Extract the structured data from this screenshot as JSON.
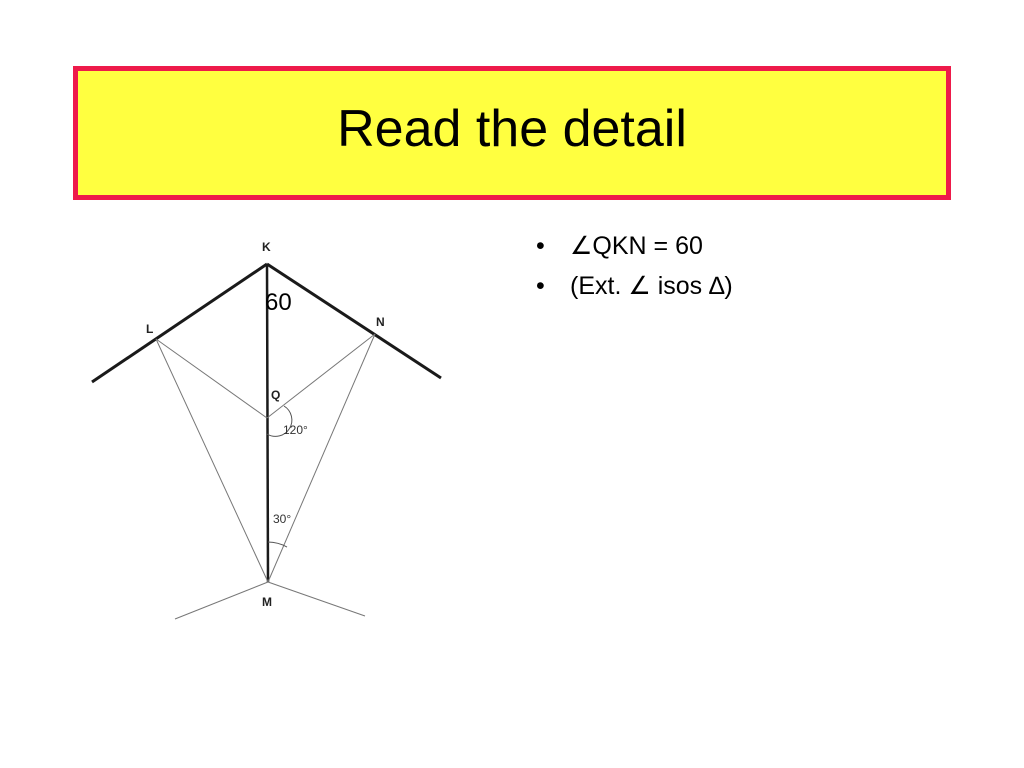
{
  "slide": {
    "title": "Read the detail"
  },
  "colors": {
    "title_fill": "#ffff40",
    "title_border": "#ee1a4a"
  },
  "diagram": {
    "points": {
      "K": "K",
      "L": "L",
      "N": "N",
      "Q": "Q",
      "M": "M"
    },
    "angle_labels": {
      "q": "120°",
      "m": "30°"
    },
    "overlay_label": "60"
  },
  "bullets": [
    {
      "marker": "•",
      "text": "∠QKN = 60"
    },
    {
      "marker": "•",
      "text": "(Ext. ∠ isos ∆)"
    }
  ]
}
